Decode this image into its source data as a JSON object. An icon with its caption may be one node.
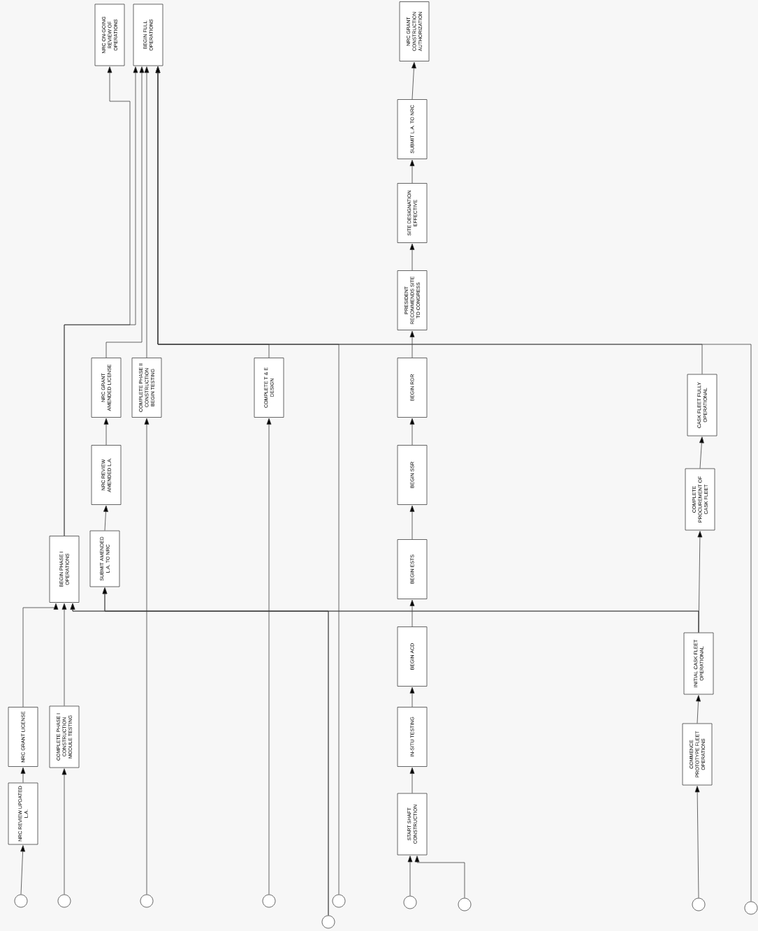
{
  "diagram": {
    "nodes": [
      {
        "text": [],
        "shape": "circle"
      },
      {
        "text": [
          "NRC REVIEW UPDATED L.A."
        ]
      },
      {
        "text": [
          "NRC GRANT LICENSE"
        ]
      },
      {
        "text": [],
        "shape": "circle"
      },
      {
        "text": [
          "COMPLETE PHASE I CONSTRUCTION MODULE TESTING"
        ]
      },
      {
        "text": [
          "BEGIN PHASE I OPERATIONS"
        ]
      },
      {
        "text": [
          "SUBMIT AMENDED L.A. TO NRC"
        ]
      },
      {
        "text": [
          "NRC REVIEW AMENDED L.A."
        ]
      },
      {
        "text": [
          "NRC GRANT AMENDED LICENSE"
        ]
      },
      {
        "text": [],
        "shape": "circle"
      },
      {
        "text": [
          "COMPLETE PHASE II CONSTRUCTION BEGIN TESTING"
        ]
      },
      {
        "text": [
          "NRC ON-GOING REVIEW OF OPERATIONS"
        ]
      },
      {
        "text": [
          "BEGIN FULL OPERATIONS"
        ]
      },
      {
        "text": [],
        "shape": "circle"
      },
      {
        "text": [
          "COMPLETE T & E DESIGN"
        ]
      },
      {
        "text": [],
        "shape": "circle"
      },
      {
        "text": [],
        "shape": "circle"
      },
      {
        "text": [],
        "shape": "circle"
      },
      {
        "text": [
          "START SHAFT CONSTRUCTION"
        ]
      },
      {
        "text": [
          "IN-SITU TESTING"
        ]
      },
      {
        "text": [
          "BEGIN ACD"
        ]
      },
      {
        "text": [
          "BEGIN ESTS"
        ]
      },
      {
        "text": [
          "BEGIN SSR"
        ]
      },
      {
        "text": [
          "BEGIN RDR"
        ]
      },
      {
        "text": [
          "PRESIDENT RECOMMENDS SITE TO CONGRESS"
        ]
      },
      {
        "text": [
          "SITE DESIGNATION EFFECTIVE"
        ]
      },
      {
        "text": [
          "SUBMIT L.A. TO NRC"
        ]
      },
      {
        "text": [
          "NRC GRANT CONSTRUCTION AUTHORIZATION"
        ]
      },
      {
        "text": [],
        "shape": "circle"
      },
      {
        "text": [],
        "shape": "circle"
      },
      {
        "text": [
          "COMMENCE PROTOTYPE FLEET OPERATIONS"
        ]
      },
      {
        "text": [
          "INITIAL CASK FLEET OPERATIONAL"
        ]
      },
      {
        "text": [
          "COMPLETE PROCUREMENT OF CASK FLEET"
        ]
      },
      {
        "text": [
          "CASK FLEET FULLY OPERATIONAL"
        ]
      },
      {
        "text": [],
        "shape": "circle"
      }
    ],
    "edges": [
      {
        "from": 0,
        "to": 1,
        "arrow": "to"
      },
      {
        "from": 1,
        "to": 2,
        "arrow": "to"
      },
      {
        "from": 2,
        "to": 5,
        "arrow": "to"
      },
      {
        "from": 3,
        "to": 4,
        "arrow": "to"
      },
      {
        "from": 4,
        "to": 5,
        "arrow": "to"
      },
      {
        "from": 31,
        "to": 5,
        "arrow": "to"
      },
      {
        "from": 31,
        "to": 6,
        "arrow": "to"
      },
      {
        "from": 15,
        "to": 5,
        "arrow": "to"
      },
      {
        "from": 15,
        "to": 6,
        "arrow": "to"
      },
      {
        "from": 5,
        "to": 12,
        "arrow": "to"
      },
      {
        "from": 5,
        "to": 11,
        "arrow": "to"
      },
      {
        "from": 6,
        "to": 7,
        "arrow": "to"
      },
      {
        "from": 7,
        "to": 8,
        "arrow": "to"
      },
      {
        "from": 8,
        "to": 12,
        "arrow": "to"
      },
      {
        "from": 9,
        "to": 10,
        "arrow": "to"
      },
      {
        "from": 10,
        "to": 12,
        "arrow": "to"
      },
      {
        "from": 13,
        "to": 14,
        "arrow": "to"
      },
      {
        "from": 14,
        "to": 12,
        "arrow": "to"
      },
      {
        "from": 16,
        "to": 12,
        "arrow": "to"
      },
      {
        "from": 33,
        "to": 12,
        "arrow": "to"
      },
      {
        "from": 34,
        "to": 12,
        "arrow": "to"
      },
      {
        "from": 17,
        "to": 18,
        "arrow": "to"
      },
      {
        "from": 28,
        "to": 18,
        "arrow": "to"
      },
      {
        "from": 18,
        "to": 19,
        "arrow": "to"
      },
      {
        "from": 19,
        "to": 20,
        "arrow": "to"
      },
      {
        "from": 20,
        "to": 21,
        "arrow": "to"
      },
      {
        "from": 21,
        "to": 22,
        "arrow": "to"
      },
      {
        "from": 22,
        "to": 23,
        "arrow": "to"
      },
      {
        "from": 23,
        "to": 24,
        "arrow": "to"
      },
      {
        "from": 24,
        "to": 25,
        "arrow": "to"
      },
      {
        "from": 25,
        "to": 26,
        "arrow": "to"
      },
      {
        "from": 26,
        "to": 27,
        "arrow": "to"
      },
      {
        "from": 29,
        "to": 30,
        "arrow": "to"
      },
      {
        "from": 30,
        "to": 31,
        "arrow": "to"
      },
      {
        "from": 31,
        "to": 32,
        "arrow": "to"
      },
      {
        "from": 32,
        "to": 33,
        "arrow": "to"
      }
    ]
  }
}
